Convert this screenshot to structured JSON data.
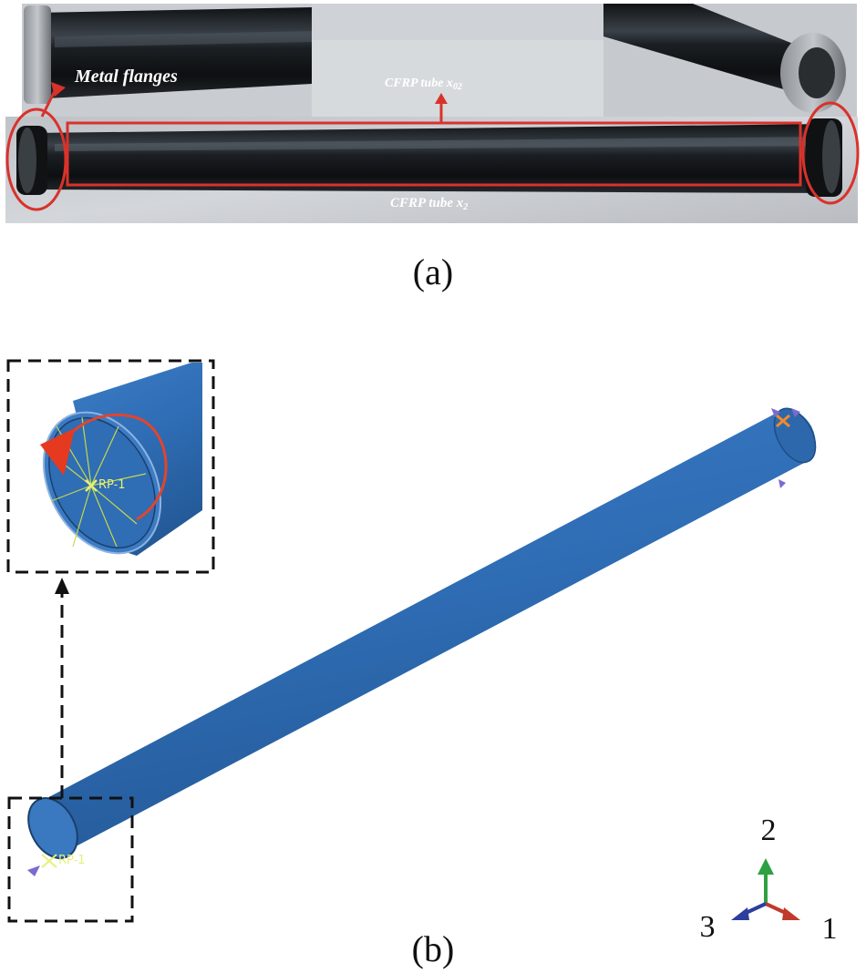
{
  "panel_a": {
    "caption": "(a)",
    "label_flanges": "Metal flanges",
    "label_tube_x02": "CFRP tube x",
    "label_tube_x02_sub": "02",
    "label_tube_x2": "CFRP tube x",
    "label_tube_x2_sub": "2"
  },
  "panel_b": {
    "caption": "(b)",
    "rp_label_inset": "RP-1",
    "rp_label_end": "RP-1",
    "triad": {
      "axis1": "1",
      "axis2": "2",
      "axis3": "3"
    }
  },
  "colors": {
    "tube_blue": "#2f6db5",
    "annotation_red": "#d9322b",
    "rp_yellow": "#e5f07a",
    "axis1_red": "#c0392b",
    "axis2_green": "#2ea043",
    "axis3_blue": "#2c3e9e"
  }
}
